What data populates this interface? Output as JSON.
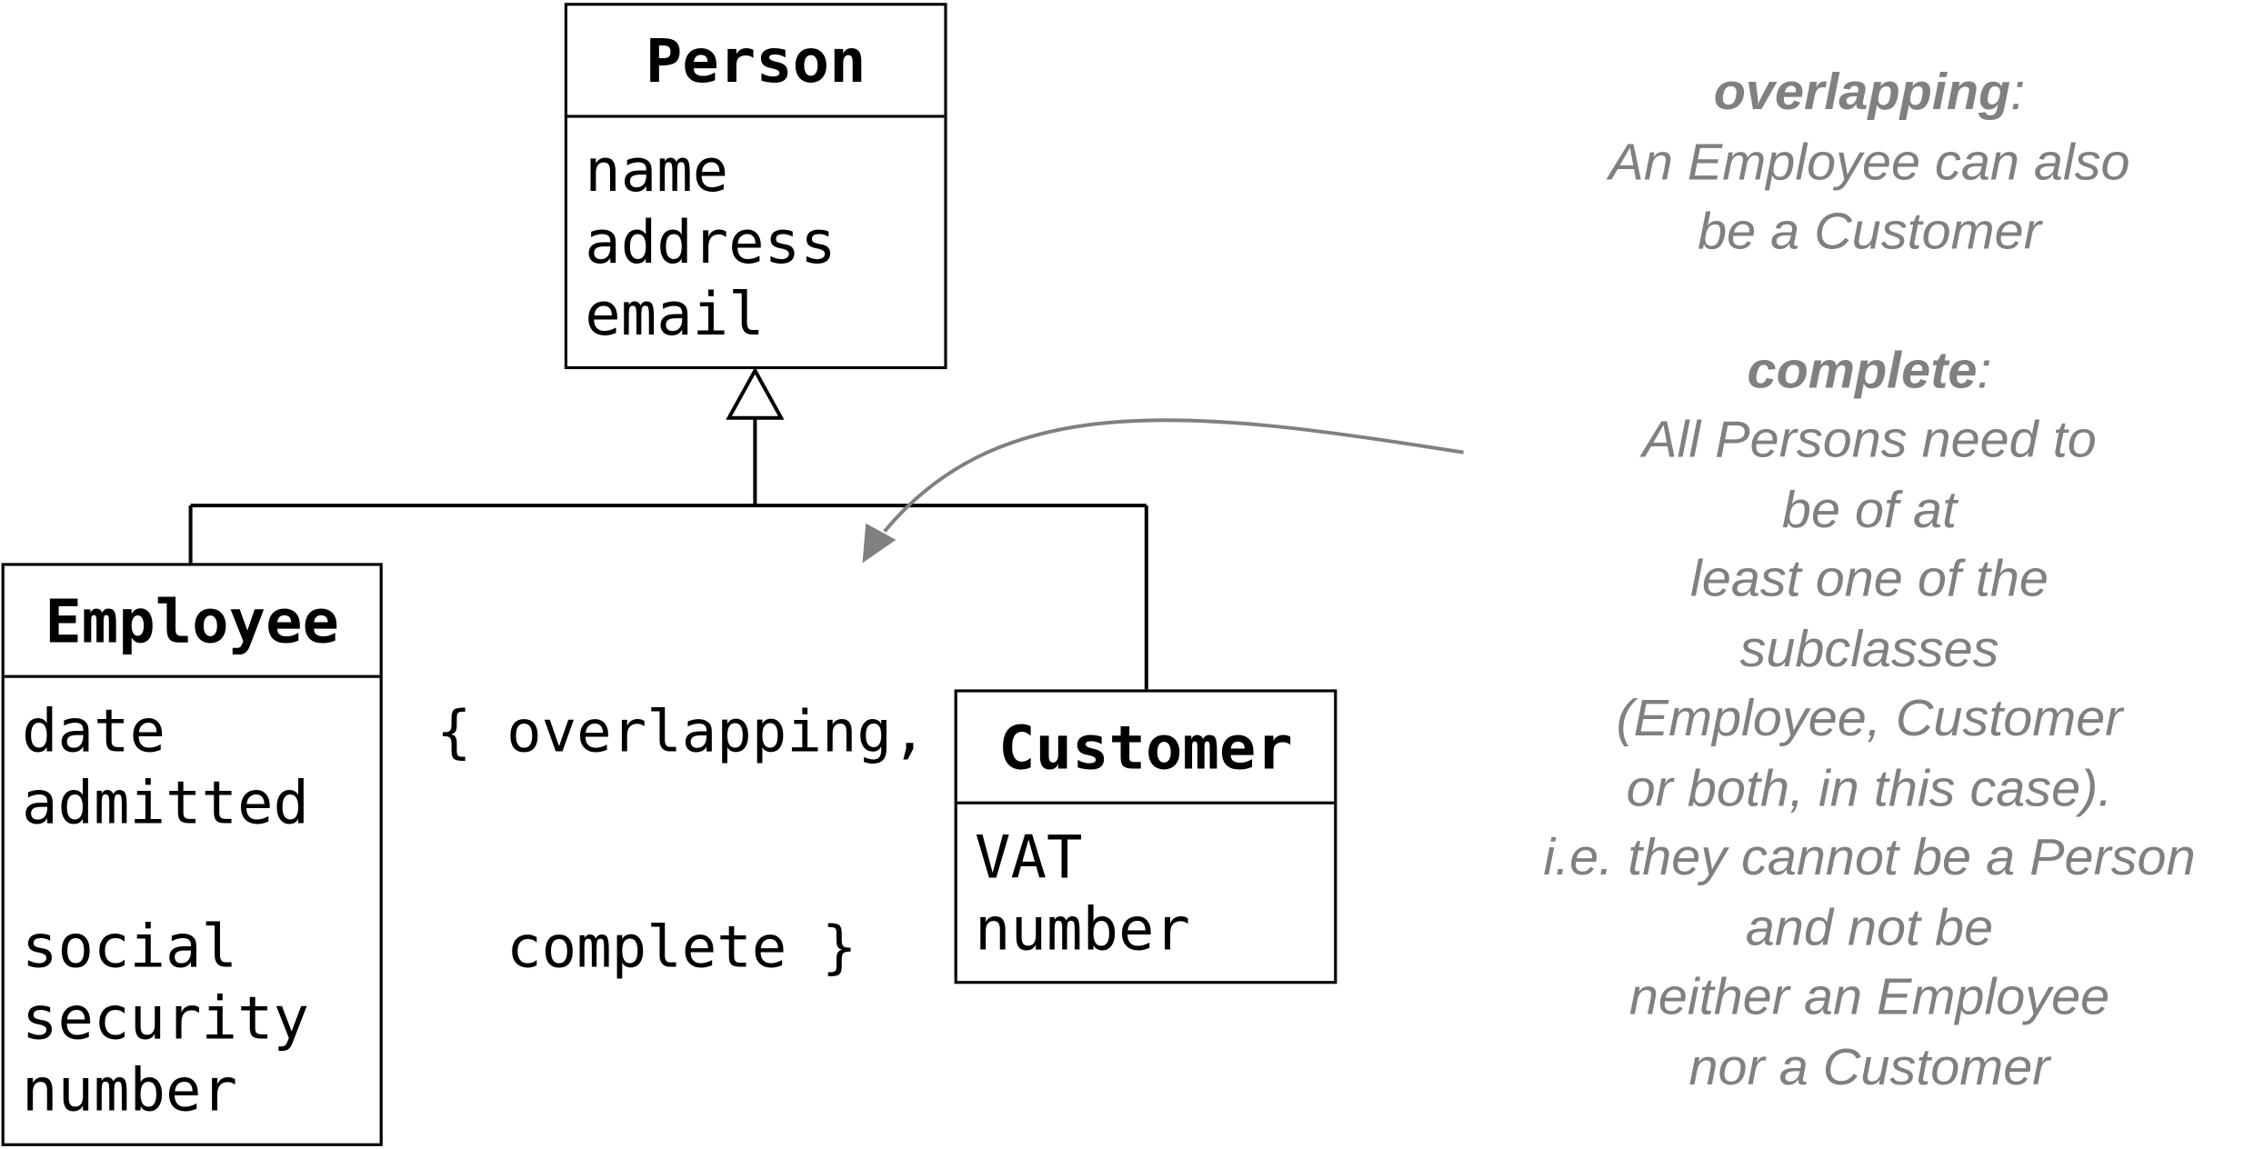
{
  "classes": {
    "person": {
      "name": "Person",
      "attributes": [
        "name",
        "address",
        "email"
      ]
    },
    "employee": {
      "name": "Employee",
      "attributes": [
        "date",
        "admitted",
        "",
        "social",
        "security",
        "number"
      ]
    },
    "customer": {
      "name": "Customer",
      "attributes": [
        "VAT",
        "number"
      ]
    }
  },
  "constraint": {
    "line1": "{ overlapping,",
    "line2": "  complete }"
  },
  "notes": {
    "overlapping_term": "overlapping",
    "overlapping_lines": [
      "An Employee can also",
      "be a Customer"
    ],
    "complete_term": "complete",
    "complete_lines": [
      "All Persons need to",
      "be of at",
      "least one of the",
      "subclasses",
      "(Employee, Customer",
      "or both, in this case).",
      "i.e. they cannot be a Person",
      "and not be",
      "neither an Employee",
      "nor a Customer"
    ]
  },
  "colors": {
    "lines": "#000000",
    "note_text": "#808080",
    "arrow": "#808080"
  }
}
